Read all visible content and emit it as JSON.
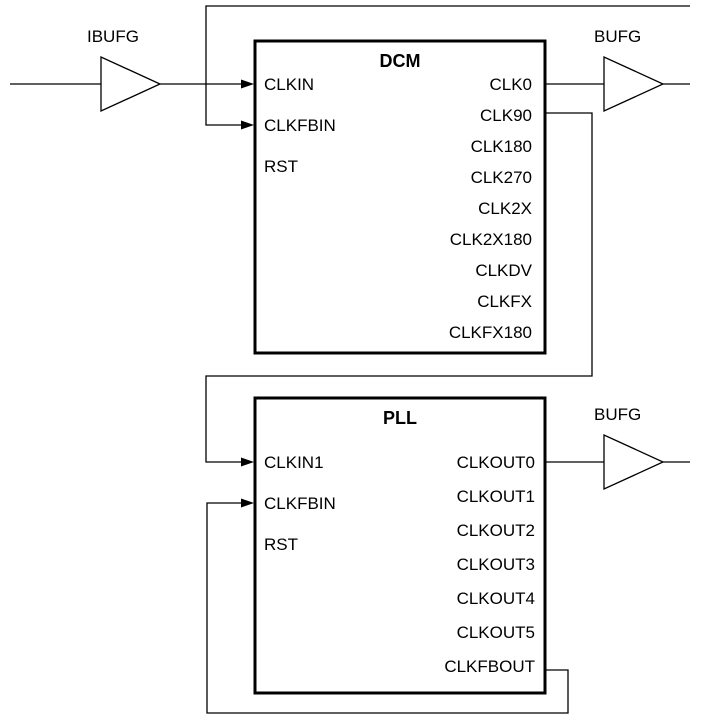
{
  "dcm": {
    "title": "DCM",
    "inputs": [
      "CLKIN",
      "CLKFBIN",
      "RST"
    ],
    "outputs": [
      "CLK0",
      "CLK90",
      "CLK180",
      "CLK270",
      "CLK2X",
      "CLK2X180",
      "CLKDV",
      "CLKFX",
      "CLKFX180"
    ]
  },
  "pll": {
    "title": "PLL",
    "inputs": [
      "CLKIN1",
      "CLKFBIN",
      "RST"
    ],
    "outputs": [
      "CLKOUT0",
      "CLKOUT1",
      "CLKOUT2",
      "CLKOUT3",
      "CLKOUT4",
      "CLKOUT5",
      "CLKFBOUT"
    ]
  },
  "buffers": {
    "ibufg": "IBUFG",
    "bufg_dcm": "BUFG",
    "bufg_pll": "BUFG"
  }
}
